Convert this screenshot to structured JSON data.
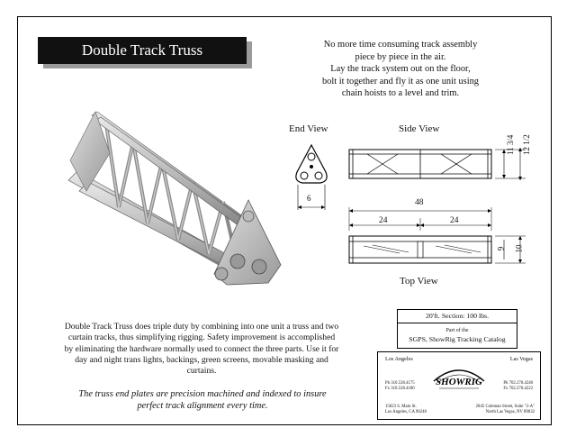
{
  "title": "Double Track Truss",
  "intro_lines": [
    "No more time consuming track assembly",
    "piece by piece in the air.",
    "Lay the track system out on the floor,",
    "bolt it together and fly it as one unit using",
    "chain hoists to a level and trim."
  ],
  "views": {
    "end": "End View",
    "side": "Side View",
    "top": "Top View"
  },
  "dimensions": {
    "end_width": "6",
    "side_height_inner": "11 3/4",
    "side_height_outer": "12 1/2",
    "overall_length": "48",
    "half_left": "24",
    "half_right": "24",
    "top_width_inner": "9",
    "top_width_outer": "10"
  },
  "description": "Double Track Truss does triple duty by combining into one unit a truss and two curtain tracks, thus simplifying rigging. Safety improvement is accomplished by eliminating the hardware normally used to connect the three parts. Use it for day and night trans lights, backings, green screens, movable masking and curtains.",
  "note": "The truss end plates are precision machined and indexed to insure perfect track alignment every time.",
  "spec": {
    "section": "20'ft. Section:  100 lbs.",
    "part_of": "Part of the",
    "catalog": "SGPS, ShowRig Tracking Catalog"
  },
  "contact": {
    "left_city": "Los Angeles",
    "right_city": "Las Vegas",
    "left_phone": "Ph 310.538.4175",
    "left_fax": "Fx 310.538.4180",
    "right_phone": "Ph 702.270.4240",
    "right_fax": "Fx 702.270.4222",
    "left_addr1": "15823 S. Main St.",
    "left_addr2": "Los Angeles, CA 90248",
    "right_addr1": "2845 Coleman Street, Suite \"2-A\"",
    "right_addr2": "North Las Vegas, NV  89032",
    "logo_text": "SHOWRIG"
  }
}
